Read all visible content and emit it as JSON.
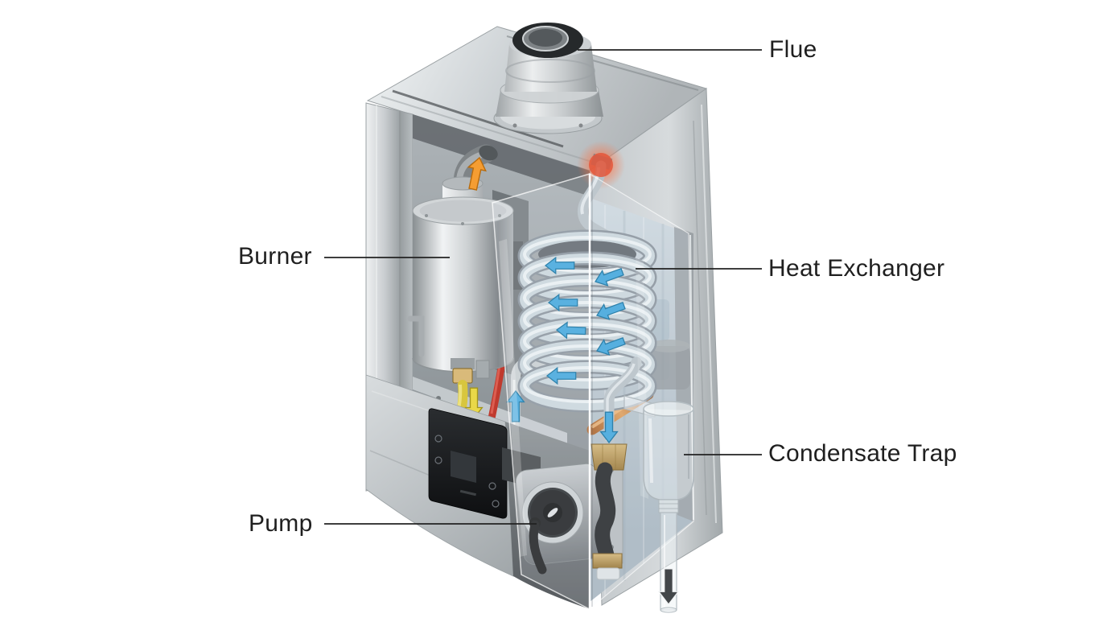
{
  "page": {
    "background_color": "#ffffff",
    "type": "annotated cutaway illustration",
    "subject": "Condensing gas boiler internal components"
  },
  "labels": {
    "flue": {
      "text": "Flue",
      "side": "right"
    },
    "burner": {
      "text": "Burner",
      "side": "left"
    },
    "heat_exchanger": {
      "text": "Heat Exchanger",
      "side": "right"
    },
    "condensate_trap": {
      "text": "Condensate Trap",
      "side": "right"
    },
    "pump": {
      "text": "Pump",
      "side": "left"
    }
  },
  "illustration": {
    "components": [
      "concentric flue terminal on top of casing",
      "brushed stainless steel casing, front panel removed",
      "cylindrical burner with exhaust elbow",
      "helical heat-exchanger coil behind clear acrylic corner panel",
      "black control display with touch icons",
      "circulation pump with round black face",
      "yellow gas pipe with brass valve fitting",
      "silver return pipe and flow pipe",
      "copper connection pipe",
      "black flexible hoses with brass nuts",
      "transparent condensate trap with drain tube"
    ],
    "flow_arrows": [
      {
        "name": "exhaust-up",
        "color": "#f59d32",
        "direction": "up",
        "at": "burner exhaust elbow"
      },
      {
        "name": "gas-down",
        "color": "#e9d848",
        "direction": "down",
        "at": "gas valve below burner"
      },
      {
        "name": "coil-circulation",
        "color": "#3da4da",
        "direction": "around coil",
        "count": 7
      },
      {
        "name": "return-up",
        "color": "#3da4da",
        "direction": "up",
        "at": "return pipe"
      },
      {
        "name": "flow-down",
        "color": "#3da4da",
        "direction": "down",
        "at": "coil outlet pipe"
      },
      {
        "name": "condensate-down",
        "color": "#43474a",
        "direction": "down",
        "at": "condensate drain tube"
      }
    ],
    "palette": {
      "casing_metal": "#c6cbce",
      "coil_metal": "#c9d4da",
      "glass_panel": "rgba(244,250,253,0.16)",
      "brass": "#b08d45",
      "copper": "#c07a3c",
      "hot_glow": "#e4563a",
      "label_text": "#1f1f1f",
      "leader_line": "#222222"
    }
  }
}
